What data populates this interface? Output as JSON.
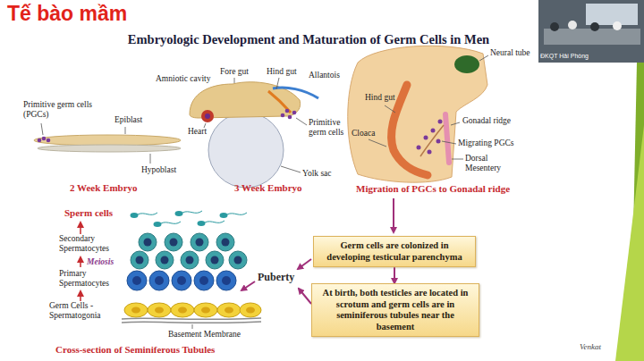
{
  "diagram": {
    "title": "Tế bào mầm",
    "nodes": [
      {
        "text": [
          "Germ cells are colonized in developing testicular parenchyma"
        ]
      },
      {
        "text": [
          "At birth, both testicles are located in scrotum and germ cells are in seminiferous tubules near the basement"
        ]
      }
    ],
    "edges": [
      {
        "from": 0,
        "to": 1,
        "arrow": "to"
      }
    ],
    "labels": [
      "Embryologic Development and Maturation of Germ Cells in Men",
      "Primitive germ cells (PGCs)",
      "Epiblast",
      "Hypoblast",
      "2 Week Embryo",
      "Amniotic cavity",
      "Fore gut",
      "Hind gut",
      "Allantois",
      "Heart",
      "Primitive germ cells",
      "Yolk sac",
      "3 Week Embryo",
      "Neural tube",
      "Hind gut",
      "Gonadal ridge",
      "Cloaca",
      "Migrating PGCs",
      "Dorsal Mesentery",
      "Migration of PGCs to Gonadal ridge",
      "Puberty",
      "Sperm cells",
      "Secondary Spermatocytes",
      "Meiosis",
      "Primary Spermatocytes",
      "Germ Cells - Spermatogonia",
      "Basement Membrane",
      "Cross-section of Seminiferous Tubules",
      "Venkat",
      "ĐKQT Hải Phòng"
    ]
  }
}
